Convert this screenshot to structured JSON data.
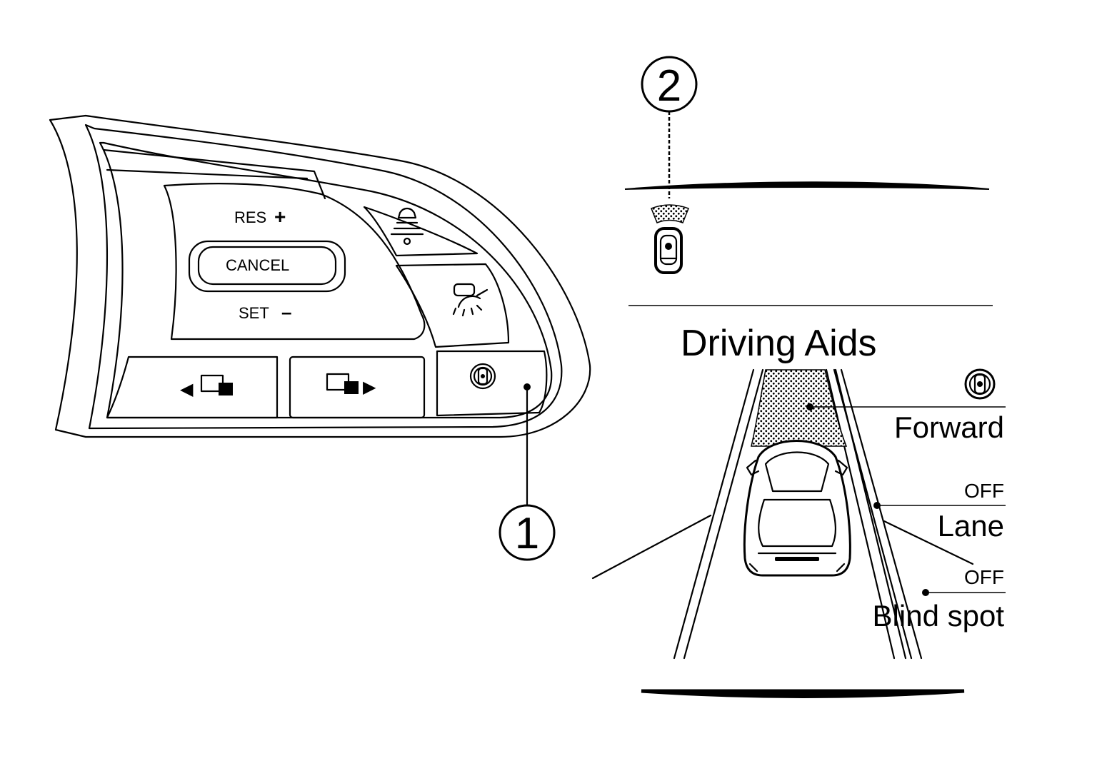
{
  "callouts": {
    "one": "1",
    "two": "2"
  },
  "steering_switch": {
    "res_label": "RES",
    "res_symbol": "+",
    "cancel_label": "CANCEL",
    "set_label": "SET",
    "set_symbol": "–",
    "left_arrow": "◀",
    "right_arrow": "▶",
    "icons": [
      "driving-aids-distance-icon",
      "cruise-speed-icon",
      "driving-aids-settings-icon",
      "previous-page-icon",
      "next-page-icon"
    ]
  },
  "display": {
    "title": "Driving Aids",
    "items": [
      {
        "label": "Forward",
        "status": ""
      },
      {
        "label": "Lane",
        "status": "OFF"
      },
      {
        "label": "Blind spot",
        "status": "OFF"
      }
    ]
  },
  "colors": {
    "line": "#000000",
    "background": "#ffffff"
  }
}
